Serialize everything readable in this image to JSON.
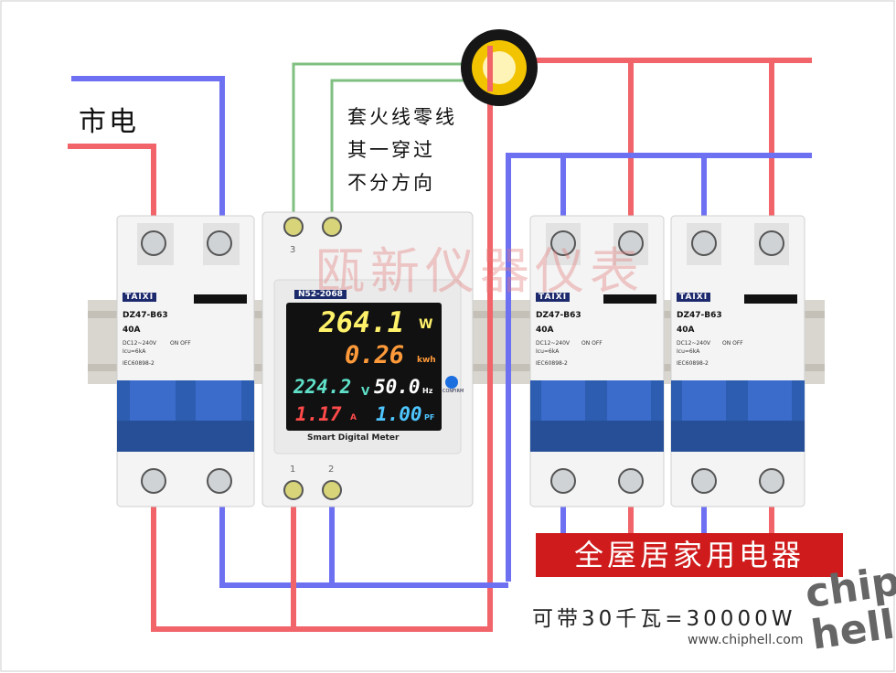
{
  "labels": {
    "mains": "市电",
    "note_lines": [
      "套火线零线",
      "其一穿过",
      "不分方向"
    ],
    "watermark": "瓯新仪器仪表",
    "banner": "全屋居家用电器",
    "power": "可带30千瓦=30000W",
    "site": "www.chiphell.com",
    "logo_top": "chip",
    "logo_bottom": "hell"
  },
  "meter": {
    "model": "N52-2068",
    "brand": "Smart Digital Meter",
    "confirm_label": "CONFIRM",
    "voltage_main": "264.1",
    "voltage_main_unit": "W",
    "energy": "0.26",
    "energy_unit": "kwh",
    "voltage": "224.2",
    "voltage_unit": "V",
    "frequency": "50.0",
    "frequency_unit": "Hz",
    "current": "1.17",
    "current_unit": "A",
    "power_factor": "1.00",
    "power_factor_unit": "PF",
    "term_top": "3",
    "term_bottom_left": "1",
    "term_bottom_right": "2"
  },
  "breakers": [
    {
      "brand": "TAIXI",
      "model": "DZ47-B63",
      "rating": "40A",
      "spec": "DC12~240V",
      "ics": "Icu=6kA",
      "std": "IEC60898-2",
      "on_off": "ON OFF"
    },
    {
      "brand": "TAIXI",
      "model": "DZ47-B63",
      "rating": "40A",
      "spec": "DC12~240V",
      "ics": "Icu=6kA",
      "std": "IEC60898-2",
      "on_off": "ON OFF"
    },
    {
      "brand": "TAIXI",
      "model": "DZ47-B63",
      "rating": "40A",
      "spec": "DC12~240V",
      "ics": "Icu=6kA",
      "std": "IEC60898-2",
      "on_off": "ON OFF"
    }
  ],
  "colors": {
    "live_wire": "#f0646a",
    "neutral_wire": "#6e70f2",
    "sense_wire": "#7fbf80",
    "breaker_handle": "#2d5db0",
    "banner_bg": "#cf1b1b",
    "ct_ring": "#f2c400"
  }
}
